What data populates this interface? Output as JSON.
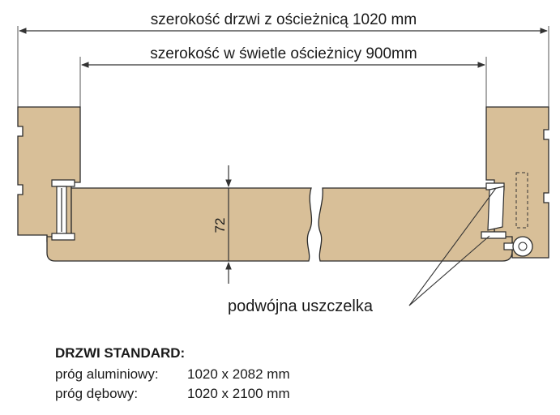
{
  "dimensions": {
    "overall_width_label": "szerokość drzwi z ościeżnicą 1020 mm",
    "clear_width_label": "szerokość w świetle ościeżnicy 900mm",
    "thickness_label": "72"
  },
  "callout": {
    "seal_label": "podwójna uszczelka"
  },
  "specs": {
    "title": "DRZWI STANDARD:",
    "rows": [
      {
        "label": "próg aluminiowy:",
        "value": "1020 x 2082 mm"
      },
      {
        "label": "próg dębowy:",
        "value": "1020 x 2100 mm"
      }
    ]
  },
  "colors": {
    "wood": "#d8bf98",
    "outline": "#2b2b2b",
    "line": "#333333"
  }
}
